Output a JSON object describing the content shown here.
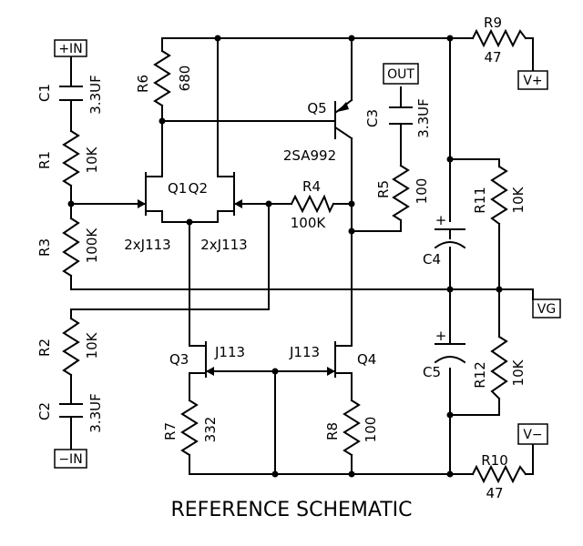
{
  "title": "REFERENCE SCHEMATIC",
  "terminals": {
    "in_pos": "+IN",
    "in_neg": "−IN",
    "out": "OUT",
    "vplus": "V+",
    "vminus": "V−",
    "vg": "VG"
  },
  "components": {
    "R1": {
      "ref": "R1",
      "value": "10K"
    },
    "R2": {
      "ref": "R2",
      "value": "10K"
    },
    "R3": {
      "ref": "R3",
      "value": "100K"
    },
    "R4": {
      "ref": "R4",
      "value": "100K"
    },
    "R5": {
      "ref": "R5",
      "value": "100"
    },
    "R6": {
      "ref": "R6",
      "value": "680"
    },
    "R7": {
      "ref": "R7",
      "value": "332"
    },
    "R8": {
      "ref": "R8",
      "value": "100"
    },
    "R9": {
      "ref": "R9",
      "value": "47"
    },
    "R10": {
      "ref": "R10",
      "value": "47"
    },
    "R11": {
      "ref": "R11",
      "value": "10K"
    },
    "R12": {
      "ref": "R12",
      "value": "10K"
    },
    "C1": {
      "ref": "C1",
      "value": "3.3UF"
    },
    "C2": {
      "ref": "C2",
      "value": "3.3UF"
    },
    "C3": {
      "ref": "C3",
      "value": "3.3UF"
    },
    "C4": {
      "ref": "C4",
      "plus": "+"
    },
    "C5": {
      "ref": "C5",
      "plus": "+"
    },
    "Q1": {
      "ref": "Q1",
      "part": "2xJ113"
    },
    "Q2": {
      "ref": "Q2",
      "part": "2xJ113"
    },
    "Q3": {
      "ref": "Q3",
      "part": "J113"
    },
    "Q4": {
      "ref": "Q4",
      "part": "J113"
    },
    "Q5": {
      "ref": "Q5",
      "part": "2SA992"
    }
  }
}
